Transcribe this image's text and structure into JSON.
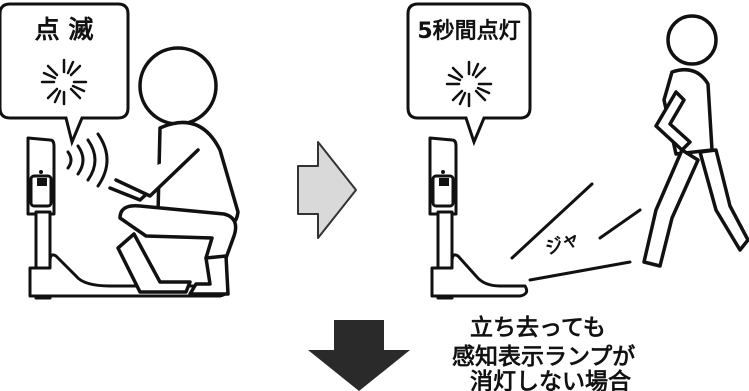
{
  "left_panel": {
    "bubble_label": "点 滅"
  },
  "right_panel": {
    "bubble_label": "5秒間点灯",
    "flush_sound": "ジャ"
  },
  "caption": {
    "line1": "立ち去っても",
    "line2": "感知表示ランプが",
    "line3": "消灯しない場合"
  }
}
